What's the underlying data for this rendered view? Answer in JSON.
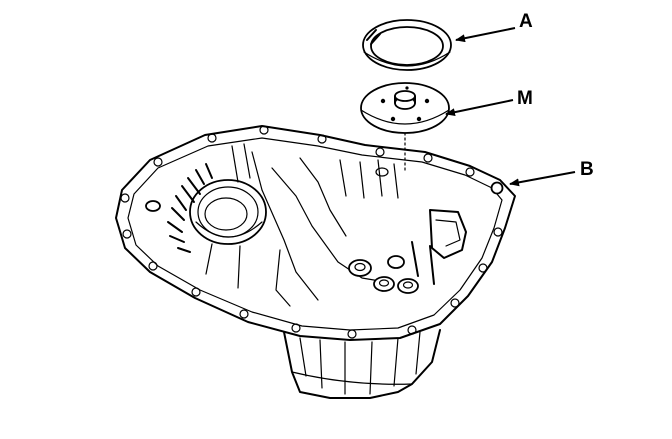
{
  "callouts": {
    "a": "A",
    "m": "M",
    "b": "B"
  },
  "colors": {
    "line": "#000000",
    "background": "#ffffff"
  }
}
